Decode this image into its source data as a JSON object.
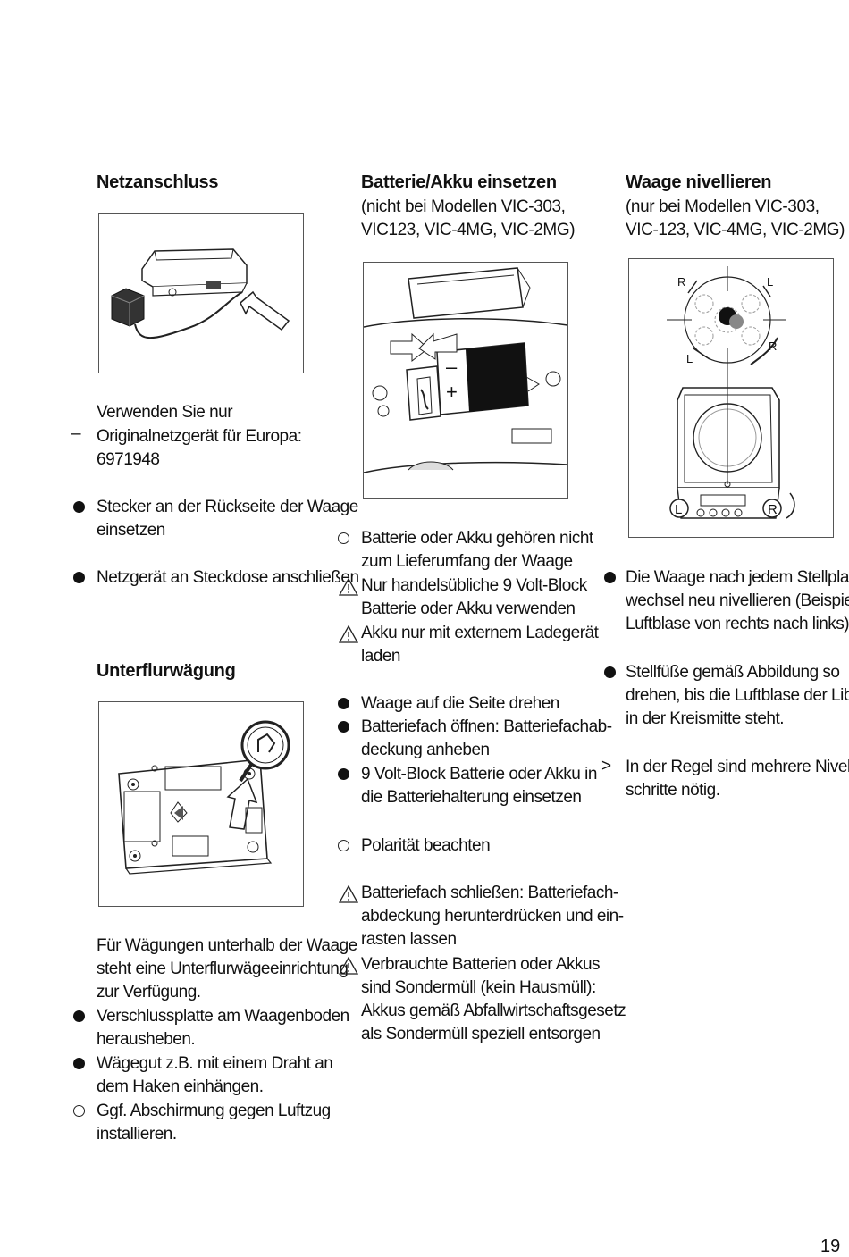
{
  "page_number": "19",
  "col1": {
    "heading": "Netzanschluss",
    "para": [
      "Verwenden Sie nur",
      "Originalnetzgerät für Europa:",
      "6971948"
    ],
    "bullet1": [
      "Stecker an der Rückseite der Waage",
      "einsetzen"
    ],
    "bullet2": [
      "Netzgerät an Steckdose anschließen"
    ],
    "heading2": "Unterflurwägung",
    "para2": [
      "Für Wägungen unterhalb der Waage",
      "steht eine Unterflurwägeeinrichtung",
      "zur Verfügung."
    ],
    "bullet3": [
      "Verschlussplatte am Waagenboden",
      "herausheben."
    ],
    "bullet4": [
      "Wägegut z.B. mit einem Draht an",
      "dem Haken einhängen."
    ],
    "bullet5": [
      "Ggf. Abschirmung gegen Luftzug",
      "installieren."
    ]
  },
  "col2": {
    "heading": "Batterie/Akku einsetzen",
    "sub": [
      "(nicht bei Modellen VIC-303,",
      "VIC123, VIC-4MG, VIC-2MG)"
    ],
    "b1": [
      "Batterie oder Akku gehören nicht",
      "zum Lieferumfang der Waage"
    ],
    "w1": [
      "Nur handelsübliche 9 Volt-Block",
      "Batterie oder Akku verwenden"
    ],
    "w2": [
      "Akku nur mit externem Ladegerät",
      "laden"
    ],
    "b2": [
      "Waage auf die Seite drehen"
    ],
    "b3": [
      "Batteriefach öffnen: Batteriefachab-",
      "deckung anheben"
    ],
    "b4": [
      "9 Volt-Block Batterie oder Akku in",
      "die Batteriehalterung einsetzen"
    ],
    "b5": [
      "Polarität beachten"
    ],
    "w3": [
      "Batteriefach schließen: Batteriefach-",
      "abdeckung herunterdrücken und ein-",
      "rasten lassen"
    ],
    "w4": [
      "Verbrauchte Batterien oder Akkus",
      "sind Sondermüll (kein Hausmüll):",
      "Akkus gemäß Abfallwirtschaftsgesetz",
      "als Sondermüll speziell entsorgen"
    ],
    "fig_minus": "–",
    "fig_plus": "+"
  },
  "col3": {
    "heading": "Waage nivellieren",
    "sub": [
      "(nur bei Modellen VIC-303,",
      "VIC-123, VIC-4MG, VIC-2MG)"
    ],
    "b1": [
      "Die Waage nach jedem Stellplatz-",
      "wechsel neu nivellieren (Beispiel:",
      "Luftblase von rechts nach links)."
    ],
    "b2": [
      "Stellfüße gemäß Abbildung so",
      "drehen, bis die Luftblase der Libelle",
      "in der Kreismitte steht."
    ],
    "n1": [
      "In der Regel sind mehrere Nivellier-",
      "schritte nötig."
    ],
    "fig_R": "R",
    "fig_L": "L"
  }
}
